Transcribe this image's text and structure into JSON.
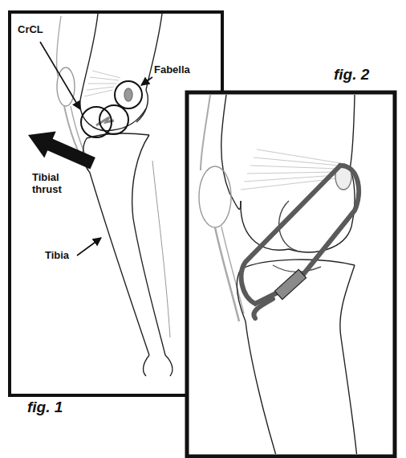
{
  "diagram": {
    "labels": [
      "CrCL",
      "Fabella",
      "Tibial thrust",
      "Tibia",
      "fig. 1",
      "fig. 2"
    ]
  }
}
